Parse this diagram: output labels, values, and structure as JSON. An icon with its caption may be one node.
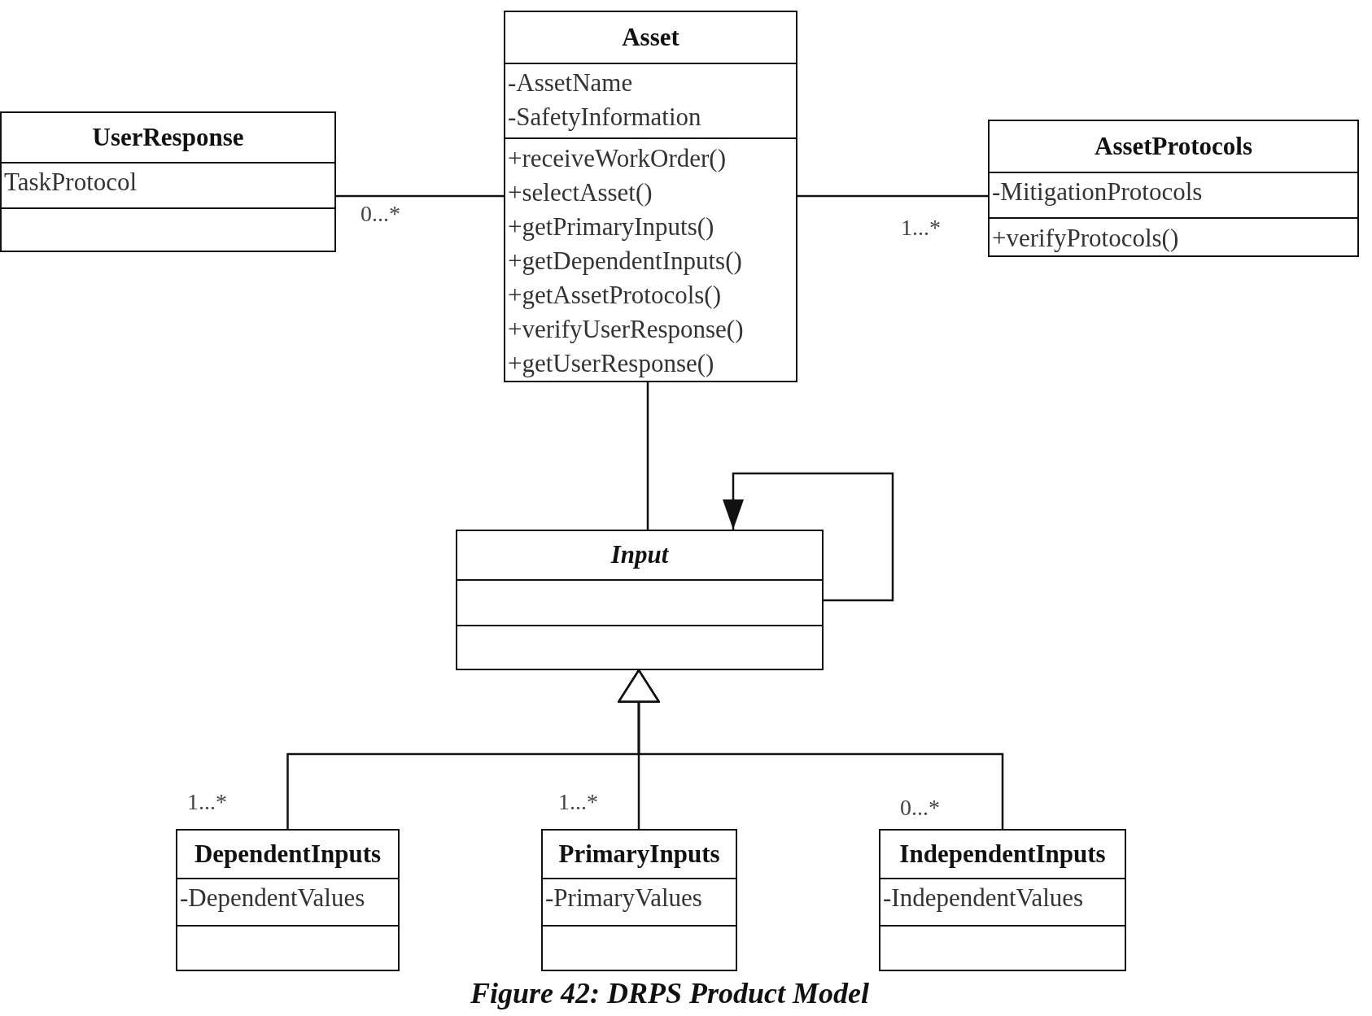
{
  "diagram": {
    "caption": "Figure 42: DRPS Product Model",
    "nodes": [
      {
        "text": [
          "UserResponse",
          "TaskProtocol"
        ]
      },
      {
        "text": [
          "Asset",
          "-AssetName",
          "-SafetyInformation",
          "+receiveWorkOrder()",
          "+selectAsset()",
          "+getPrimaryInputs()",
          "+getDependentInputs()",
          "+getAssetProtocols()",
          "+verifyUserResponse()",
          "+getUserResponse()"
        ]
      },
      {
        "text": [
          "AssetProtocols",
          "-MitigationProtocols",
          "+verifyProtocols()"
        ]
      },
      {
        "text": [
          "Input"
        ]
      },
      {
        "text": [
          "DependentInputs",
          "-DependentValues"
        ]
      },
      {
        "text": [
          "PrimaryInputs",
          "-PrimaryValues"
        ]
      },
      {
        "text": [
          "IndependentInputs",
          "-IndependentValues"
        ]
      }
    ],
    "edges": [
      {
        "from": 0,
        "to": 1,
        "arrow": "none",
        "label": "0...*"
      },
      {
        "from": 1,
        "to": 2,
        "arrow": "none",
        "label": "1...*"
      },
      {
        "from": 1,
        "to": 3,
        "arrow": "none"
      },
      {
        "from": 3,
        "to": 3,
        "arrow": "to"
      },
      {
        "from": 4,
        "to": 3,
        "arrow": "to",
        "label": "1...*"
      },
      {
        "from": 5,
        "to": 3,
        "arrow": "to",
        "label": "1...*"
      },
      {
        "from": 6,
        "to": 3,
        "arrow": "to",
        "label": "0...*"
      }
    ]
  }
}
